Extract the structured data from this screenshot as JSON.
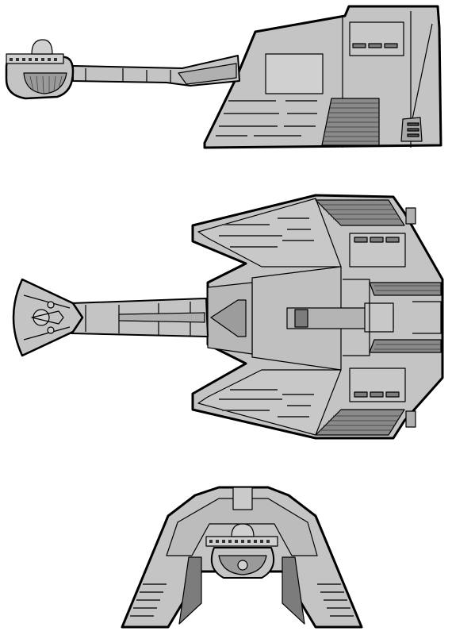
{
  "palette": {
    "hull": "#c4c4c4",
    "hull_light": "#d0d0d0",
    "hull_dark": "#a8a8a8",
    "panel_dark": "#7c7c7c",
    "outline": "#000000",
    "detail": "#3a3a3a",
    "background": "#ffffff"
  },
  "views": [
    {
      "name": "side-view"
    },
    {
      "name": "top-view"
    },
    {
      "name": "front-view"
    }
  ]
}
